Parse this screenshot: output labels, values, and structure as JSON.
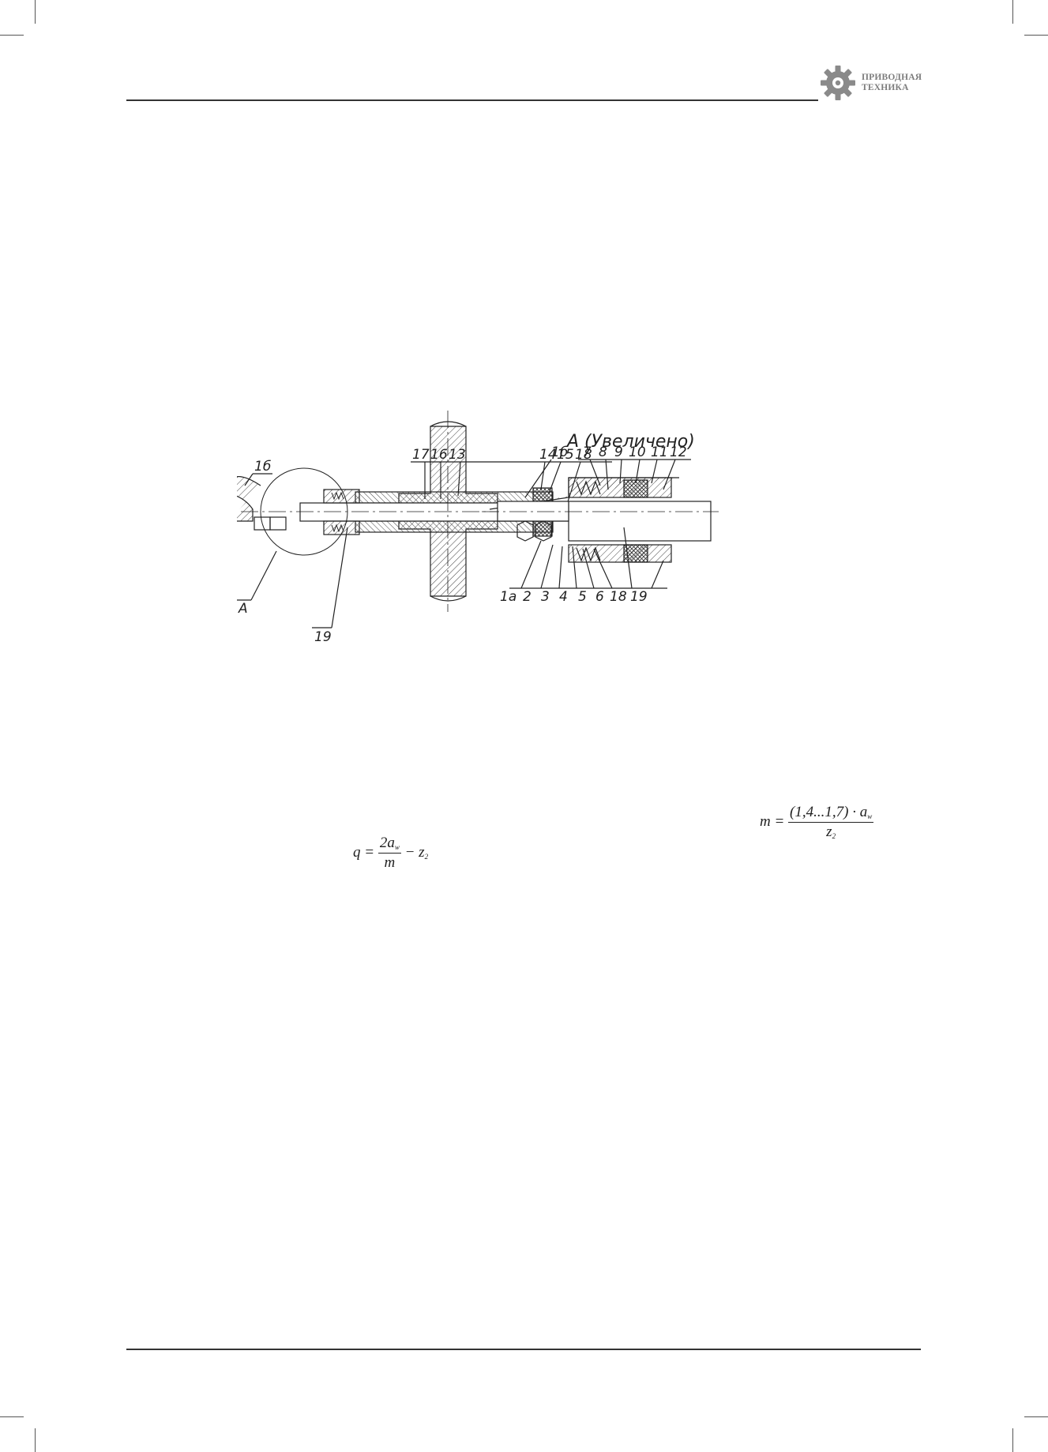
{
  "header": {
    "logo_line1": "ПРИВОДНАЯ",
    "logo_line2": "ТЕХНИКА"
  },
  "figure": {
    "view_title": "А (Увеличено)",
    "main_labels": {
      "l1b": "1б",
      "l17": "17",
      "l16": "16",
      "l13": "13",
      "l14": "14",
      "l15": "15",
      "l18": "18",
      "lA": "А",
      "l19": "19"
    },
    "detail_labels": {
      "d1b": "1б",
      "d7": "7",
      "d8": "8",
      "d9": "9",
      "d10": "10",
      "d11": "11",
      "d12": "12",
      "d1a": "1а",
      "d2": "2",
      "d3": "3",
      "d4": "4",
      "d5": "5",
      "d6": "6",
      "d18": "18",
      "d19": "19"
    }
  },
  "formulas": {
    "m": {
      "lhs": "m =",
      "numerator": "(1,4...1,7) · a",
      "num_sub": "w",
      "denominator": "z",
      "den_sub": "2"
    },
    "q": {
      "lhs": "q =",
      "numerator": "2a",
      "num_sub": "w",
      "denominator": "m",
      "tail": "− z",
      "tail_sub": "2"
    }
  }
}
